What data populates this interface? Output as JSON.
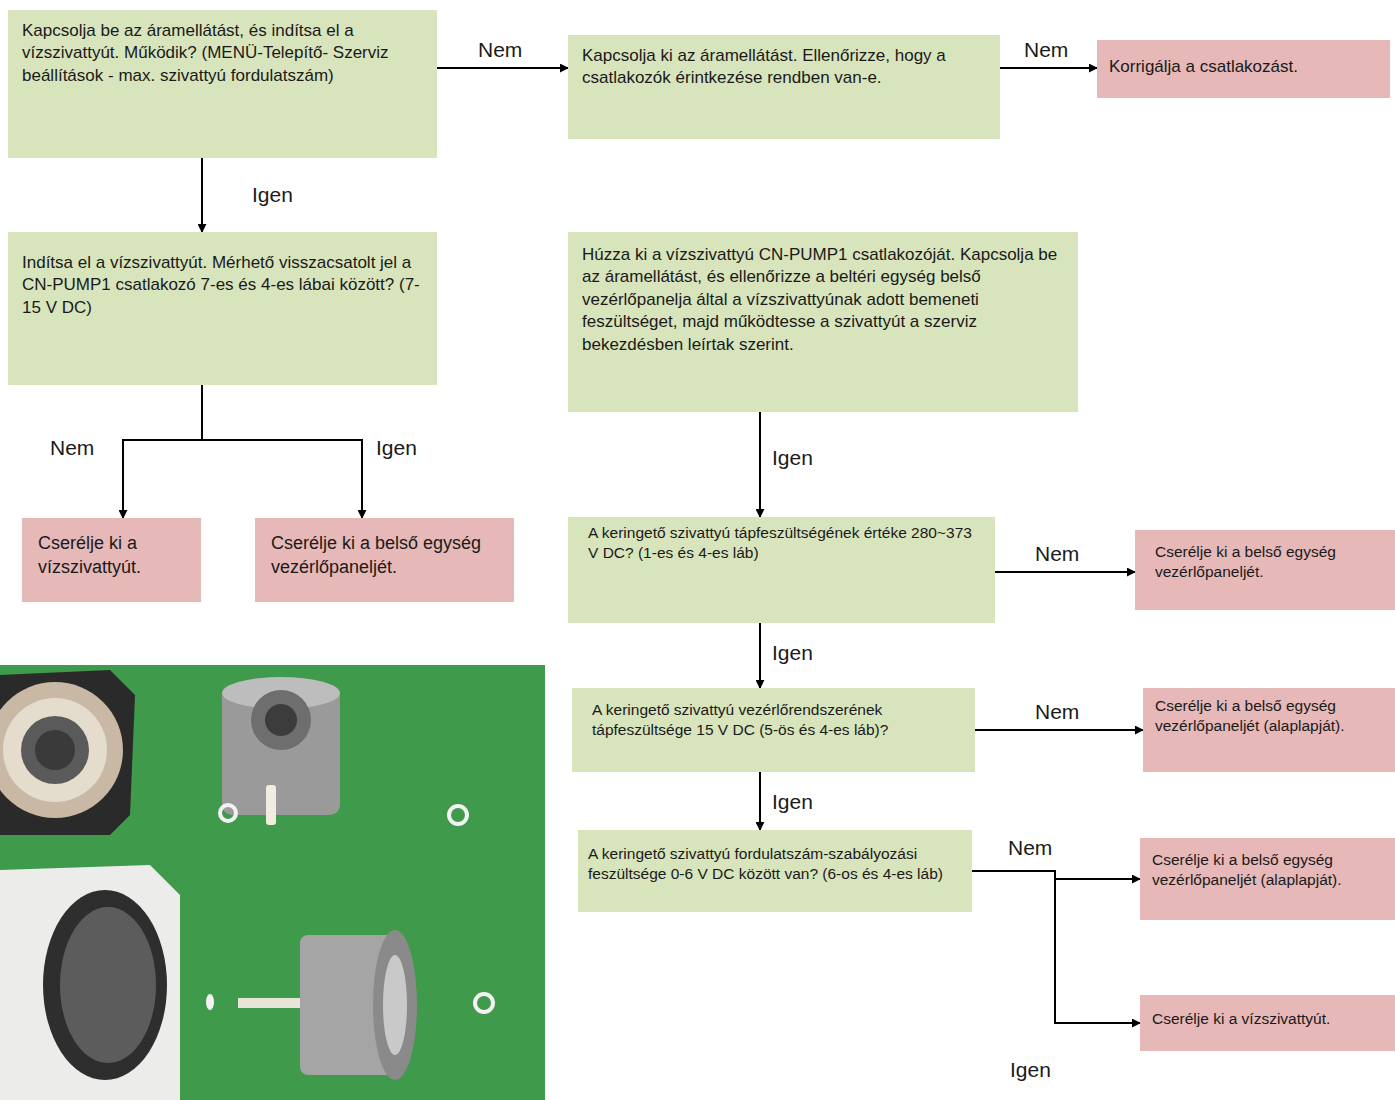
{
  "diagram": {
    "nodes": [
      {
        "text": [
          "Kapcsolja be az áramellátást, és indítsa el a vízszivattyút. Működik? (MENÜ-Telepítő- Szerviz beállítások - max. szivattyú fordulatszám)"
        ]
      },
      {
        "text": [
          "Kapcsolja ki az áramellátást. Ellenőrizze, hogy a csatlakozók érintkezése rendben van-e."
        ]
      },
      {
        "text": [
          "Korrigálja a csatlakozást."
        ]
      },
      {
        "text": [
          "Indítsa el a vízszivattyút. Mérhető visszacsatolt jel a CN-PUMP1 csatlakozó 7-es és 4-es lábai között? (7-15 V DC)"
        ]
      },
      {
        "text": [
          "Cserélje ki a vízszivattyút."
        ]
      },
      {
        "text": [
          "Cserélje ki a belső egység vezérlőpaneljét."
        ]
      },
      {
        "text": [
          "Húzza ki a vízszivattyú CN-PUMP1 csatlakozóját. Kapcsolja be az áramellátást, és ellenőrizze a beltéri egység belső vezérlőpanelja által a vízszivattyúnak adott bemeneti feszültséget, majd működtesse a szivattyút a szerviz bekezdésben leírtak szerint."
        ]
      },
      {
        "text": [
          "A keringető szivattyú tápfeszültségének értéke 280~373 V DC? (1-es és 4-es láb)"
        ]
      },
      {
        "text": [
          "Cserélje ki a belső egység vezérlőpaneljét."
        ]
      },
      {
        "text": [
          "A keringető szivattyú vezérlőrendszerének tápfeszültsége 15 V DC (5-ös és 4-es láb)?"
        ]
      },
      {
        "text": [
          "Cserélje ki a belső egység vezérlőpaneljét (alaplapját)."
        ]
      },
      {
        "text": [
          "A keringető szivattyú fordulatszám-szabályozási feszültsége 0-6 V DC között van? (6-os és 4-es láb)"
        ]
      },
      {
        "text": [
          "Cserélje ki a belső egység vezérlőpaneljét (alaplapját)."
        ]
      },
      {
        "text": [
          "Cserélje ki a vízszivattyút."
        ]
      }
    ],
    "edges": [
      {
        "from": 0,
        "to": 1,
        "arrow": "to",
        "label": "Nem"
      },
      {
        "from": 1,
        "to": 2,
        "arrow": "to",
        "label": "Nem"
      },
      {
        "from": 0,
        "to": 3,
        "arrow": "to",
        "label": "Igen"
      },
      {
        "from": 3,
        "to": 4,
        "arrow": "to",
        "label": "Nem"
      },
      {
        "from": 3,
        "to": 5,
        "arrow": "to",
        "label": "Igen"
      },
      {
        "from": 6,
        "to": 7,
        "arrow": "to",
        "label": "Igen"
      },
      {
        "from": 7,
        "to": 8,
        "arrow": "to",
        "label": "Nem"
      },
      {
        "from": 7,
        "to": 9,
        "arrow": "to",
        "label": "Igen"
      },
      {
        "from": 9,
        "to": 10,
        "arrow": "to",
        "label": "Nem"
      },
      {
        "from": 9,
        "to": 11,
        "arrow": "to",
        "label": "Igen"
      },
      {
        "from": 11,
        "to": 12,
        "arrow": "to",
        "label": "Nem"
      },
      {
        "from": 11,
        "to": 13,
        "arrow": "to",
        "label": "Igen"
      }
    ]
  }
}
